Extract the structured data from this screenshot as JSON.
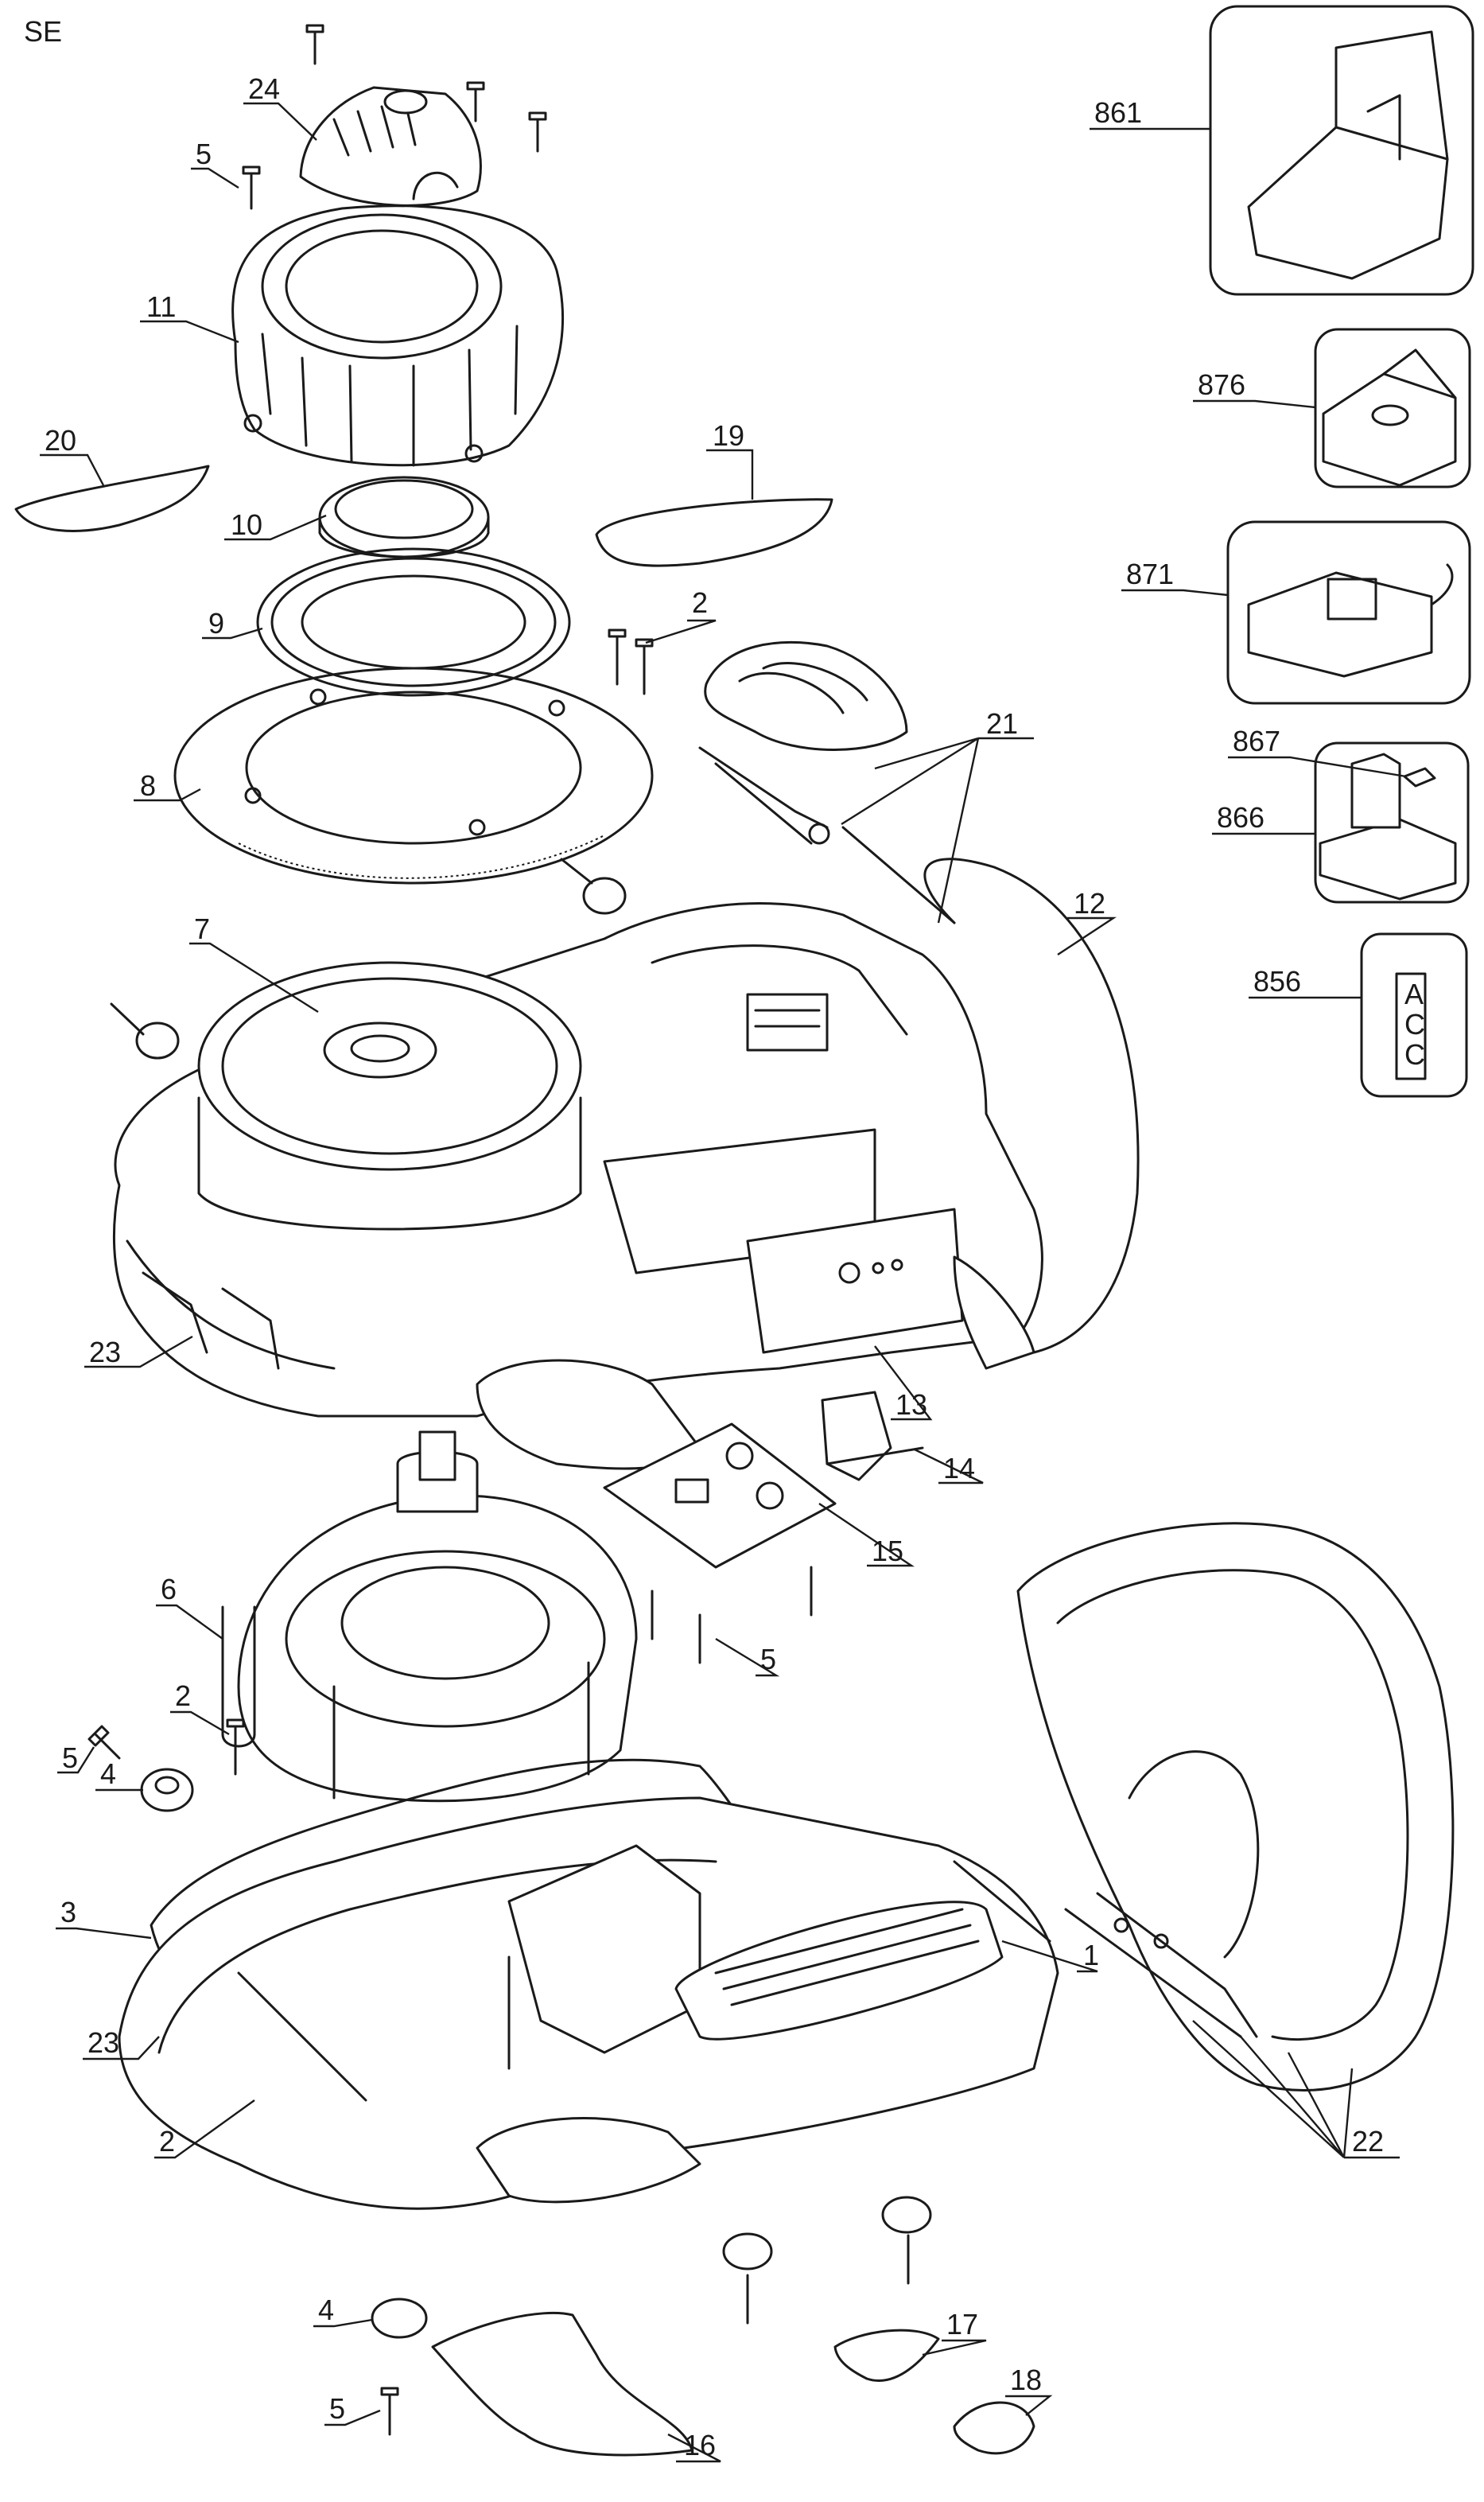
{
  "sheet": {
    "corner_code": "SE",
    "callouts": [
      "1",
      "2",
      "3",
      "4",
      "5",
      "6",
      "7",
      "8",
      "9",
      "10",
      "11",
      "12",
      "13",
      "14",
      "15",
      "16",
      "17",
      "18",
      "19",
      "20",
      "21",
      "22",
      "23",
      "24",
      "856",
      "861",
      "866",
      "867",
      "871",
      "876"
    ],
    "accessory_labels": [
      "A",
      "C",
      "C"
    ]
  }
}
